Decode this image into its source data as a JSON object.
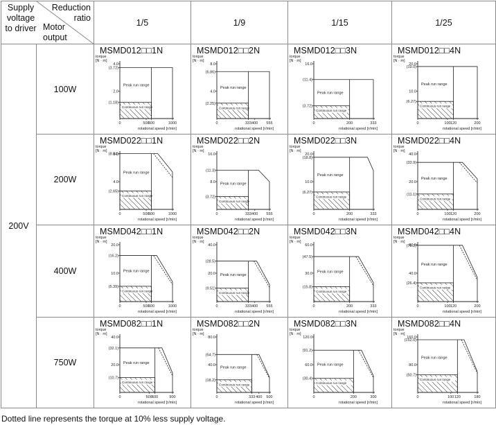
{
  "header": {
    "supply_label": "Supply\nvoltage\nto driver",
    "ratio_label": "Reduction\nratio",
    "motor_label": "Motor\noutput"
  },
  "ratios": [
    "1/5",
    "1/9",
    "1/15",
    "1/25"
  ],
  "voltage": "200V",
  "axis_labels": {
    "torque": "torque\n[N · m]",
    "speed": "rotational speed [r/min]"
  },
  "region_labels": {
    "peak": "Peak run range",
    "continuous": "Continuous run range"
  },
  "footnote": "Dotted line represents the torque at 10% less supply voltage.",
  "rows": [
    {
      "power": "100W",
      "charts": [
        {
          "model": "MSMD012□□1N",
          "ymax": 4.0,
          "xmax": 1000,
          "peak": 3.72,
          "cont": 1.18,
          "yticks": [
            [
              4.0,
              "4.0"
            ],
            [
              3.72,
              "(3.72)"
            ],
            [
              2.0,
              "2.0"
            ],
            [
              1.18,
              "(1.18)"
            ]
          ],
          "xticks": [
            [
              0,
              "0"
            ],
            [
              500,
              "500"
            ],
            [
              600,
              "600"
            ],
            [
              1000,
              "1000"
            ]
          ],
          "knee": 600,
          "drop": null,
          "dotted": null
        },
        {
          "model": "MSMD012□□2N",
          "ymax": 8.0,
          "xmax": 555,
          "peak": 6.86,
          "cont": 2.25,
          "yticks": [
            [
              8.0,
              "8.0"
            ],
            [
              6.86,
              "(6.86)"
            ],
            [
              4.0,
              "4.0"
            ],
            [
              2.25,
              "(2.25)"
            ]
          ],
          "xticks": [
            [
              0,
              "0"
            ],
            [
              333,
              "333"
            ],
            [
              400,
              "400"
            ],
            [
              555,
              "555"
            ]
          ],
          "knee": 333,
          "drop": null,
          "dotted": null
        },
        {
          "model": "MSMD012□□3N",
          "ymax": 16.0,
          "xmax": 333,
          "peak": 11.4,
          "cont": 3.72,
          "yticks": [
            [
              16.0,
              "16.0"
            ],
            [
              11.4,
              "(11.4)"
            ],
            [
              3.72,
              "(3.72)"
            ]
          ],
          "xticks": [
            [
              0,
              "0"
            ],
            [
              200,
              "200"
            ],
            [
              333,
              "333"
            ]
          ],
          "knee": 200,
          "drop": null,
          "dotted": null
        },
        {
          "model": "MSMD012□□4N",
          "ymax": 20.0,
          "xmax": 200,
          "peak": 19.0,
          "cont": 6.27,
          "yticks": [
            [
              20.0,
              "20.0"
            ],
            [
              19.0,
              "(19.0)"
            ],
            [
              10.0,
              "10.0"
            ],
            [
              6.27,
              "(6.27)"
            ]
          ],
          "xticks": [
            [
              0,
              "0"
            ],
            [
              100,
              "100"
            ],
            [
              120,
              "120"
            ],
            [
              200,
              "200"
            ]
          ],
          "knee": 120,
          "drop": null,
          "dotted": null
        }
      ]
    },
    {
      "power": "200W",
      "charts": [
        {
          "model": "MSMD022□□1N",
          "ymax": 8.0,
          "xmax": 1000,
          "peak": 8.04,
          "cont": 2.65,
          "yticks": [
            [
              8.04,
              "(8.04)"
            ],
            [
              8.0,
              "8.0"
            ],
            [
              4.0,
              "4.0"
            ],
            [
              2.65,
              "(2.65)"
            ]
          ],
          "xticks": [
            [
              0,
              "0"
            ],
            [
              500,
              "500"
            ],
            [
              600,
              "600"
            ],
            [
              1000,
              "1000"
            ]
          ],
          "knee": 600,
          "drop": [
            720,
            1000,
            5.4
          ],
          "dotted": [
            640,
            1000,
            4.6
          ]
        },
        {
          "model": "MSMD022□□2N",
          "ymax": 16.0,
          "xmax": 555,
          "peak": 11.3,
          "cont": 3.72,
          "yticks": [
            [
              16.0,
              "16.0"
            ],
            [
              11.3,
              "(11.3)"
            ],
            [
              8.0,
              "8.0"
            ],
            [
              3.72,
              "(3.72)"
            ]
          ],
          "xticks": [
            [
              0,
              "0"
            ],
            [
              333,
              "333"
            ],
            [
              400,
              "400"
            ],
            [
              555,
              "555"
            ]
          ],
          "knee": 333,
          "drop": [
            440,
            555,
            8.0
          ],
          "dotted": null
        },
        {
          "model": "MSMD022□□3N",
          "ymax": 20.0,
          "xmax": 333,
          "peak": 18.8,
          "cont": 6.27,
          "yticks": [
            [
              20.0,
              "20.0"
            ],
            [
              18.8,
              "(18.8)"
            ],
            [
              10.0,
              "10.0"
            ],
            [
              6.27,
              "(6.27)"
            ]
          ],
          "xticks": [
            [
              0,
              "0"
            ],
            [
              200,
              "200"
            ],
            [
              333,
              "333"
            ]
          ],
          "knee": 200,
          "drop": [
            300,
            333,
            14.0
          ],
          "dotted": null
        },
        {
          "model": "MSMD022□□4N",
          "ymax": 40.0,
          "xmax": 200,
          "peak": 33.9,
          "cont": 11.1,
          "yticks": [
            [
              40.0,
              "40.0"
            ],
            [
              33.9,
              "(33.9)"
            ],
            [
              20.0,
              "20.0"
            ],
            [
              11.1,
              "(11.1)"
            ]
          ],
          "xticks": [
            [
              0,
              "0"
            ],
            [
              100,
              "100"
            ],
            [
              120,
              "120"
            ],
            [
              200,
              "200"
            ]
          ],
          "knee": 120,
          "drop": [
            150,
            200,
            22.0
          ],
          "dotted": [
            140,
            200,
            19.0
          ]
        }
      ]
    },
    {
      "power": "400W",
      "charts": [
        {
          "model": "MSMD042□□1N",
          "ymax": 20.0,
          "xmax": 1000,
          "peak": 16.2,
          "cont": 5.39,
          "yticks": [
            [
              20.0,
              "20.0"
            ],
            [
              16.2,
              "(16.2)"
            ],
            [
              10.0,
              "10.0"
            ],
            [
              5.39,
              "(5.39)"
            ]
          ],
          "xticks": [
            [
              0,
              "0"
            ],
            [
              500,
              "500"
            ],
            [
              600,
              "600"
            ],
            [
              1000,
              "1000"
            ]
          ],
          "knee": 600,
          "drop": [
            700,
            1000,
            7.0
          ],
          "dotted": [
            640,
            1000,
            6.0
          ]
        },
        {
          "model": "MSMD042□□2N",
          "ymax": 40.0,
          "xmax": 555,
          "peak": 28.5,
          "cont": 9.51,
          "yticks": [
            [
              40.0,
              "40.0"
            ],
            [
              28.5,
              "(28.5)"
            ],
            [
              20.0,
              "20.0"
            ],
            [
              9.51,
              "(9.51)"
            ]
          ],
          "xticks": [
            [
              0,
              "0"
            ],
            [
              333,
              "333"
            ],
            [
              400,
              "400"
            ],
            [
              555,
              "555"
            ]
          ],
          "knee": 333,
          "drop": [
            420,
            555,
            12.0
          ],
          "dotted": [
            390,
            555,
            10.0
          ]
        },
        {
          "model": "MSMD042□□3N",
          "ymax": 60.0,
          "xmax": 333,
          "peak": 47.5,
          "cont": 15.8,
          "yticks": [
            [
              60.0,
              "60.0"
            ],
            [
              47.5,
              "(47.5)"
            ],
            [
              30.0,
              "30.0"
            ],
            [
              15.8,
              "(15.8)"
            ]
          ],
          "xticks": [
            [
              0,
              "0"
            ],
            [
              200,
              "200"
            ],
            [
              333,
              "333"
            ]
          ],
          "knee": 200,
          "drop": [
            250,
            333,
            20.0
          ],
          "dotted": [
            235,
            333,
            17.0
          ]
        },
        {
          "model": "MSMD042□□4N",
          "ymax": 80.0,
          "xmax": 200,
          "peak": 79.2,
          "cont": 26.4,
          "yticks": [
            [
              80.0,
              "80.0"
            ],
            [
              79.2,
              "(79.2)"
            ],
            [
              40.0,
              "40.0"
            ],
            [
              26.4,
              "(26.4)"
            ]
          ],
          "xticks": [
            [
              0,
              "0"
            ],
            [
              100,
              "100"
            ],
            [
              120,
              "120"
            ],
            [
              200,
              "200"
            ]
          ],
          "knee": 120,
          "drop": [
            150,
            200,
            34.0
          ],
          "dotted": [
            140,
            200,
            30.0
          ]
        }
      ]
    },
    {
      "power": "750W",
      "charts": [
        {
          "model": "MSMD082□□1N",
          "ymax": 40.0,
          "xmax": 900,
          "peak": 32.1,
          "cont": 10.7,
          "yticks": [
            [
              40.0,
              "40.0"
            ],
            [
              32.1,
              "(32.1)"
            ],
            [
              20.0,
              "20.0"
            ],
            [
              10.7,
              "(10.7)"
            ]
          ],
          "xticks": [
            [
              0,
              "0"
            ],
            [
              500,
              "500"
            ],
            [
              600,
              "600"
            ],
            [
              900,
              "900"
            ]
          ],
          "knee": 600,
          "drop": [
            720,
            900,
            14.0
          ],
          "dotted": [
            660,
            900,
            12.0
          ]
        },
        {
          "model": "MSMD082□□2N",
          "ymax": 80.0,
          "xmax": 500,
          "peak": 54.7,
          "cont": 18.2,
          "yticks": [
            [
              80.0,
              "80.0"
            ],
            [
              54.7,
              "(54.7)"
            ],
            [
              40.0,
              "40.0"
            ],
            [
              18.2,
              "(18.2)"
            ]
          ],
          "xticks": [
            [
              0,
              "0"
            ],
            [
              333,
              "333"
            ],
            [
              400,
              "400"
            ],
            [
              500,
              "500"
            ]
          ],
          "knee": 333,
          "drop": [
            400,
            500,
            22.0
          ],
          "dotted": [
            380,
            500,
            20.0
          ]
        },
        {
          "model": "MSMD082□□3N",
          "ymax": 120.0,
          "xmax": 300,
          "peak": 91.2,
          "cont": 30.4,
          "yticks": [
            [
              120.0,
              "120.0"
            ],
            [
              91.2,
              "(91.2)"
            ],
            [
              60.0,
              "60.0"
            ],
            [
              30.4,
              "(30.4)"
            ]
          ],
          "xticks": [
            [
              0,
              "0"
            ],
            [
              200,
              "200"
            ],
            [
              300,
              "300"
            ]
          ],
          "knee": 200,
          "drop": [
            240,
            300,
            36.0
          ],
          "dotted": [
            225,
            300,
            32.0
          ]
        },
        {
          "model": "MSMD082□□4N",
          "ymax": 160.0,
          "xmax": 180,
          "peak": 152.0,
          "cont": 50.7,
          "yticks": [
            [
              160.0,
              "160.0"
            ],
            [
              152.0,
              "(152.0)"
            ],
            [
              80.0,
              "80.0"
            ],
            [
              50.7,
              "(50.7)"
            ]
          ],
          "xticks": [
            [
              0,
              "0"
            ],
            [
              100,
              "100"
            ],
            [
              120,
              "120"
            ],
            [
              180,
              "180"
            ]
          ],
          "knee": 120,
          "drop": [
            140,
            180,
            60.0
          ],
          "dotted": [
            132,
            180,
            55.0
          ]
        }
      ]
    }
  ]
}
